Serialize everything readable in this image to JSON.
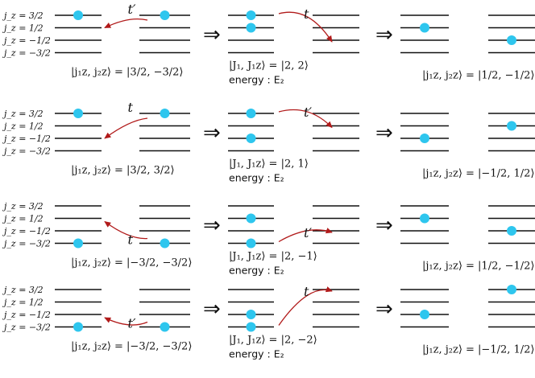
{
  "colors": {
    "electron": "#2ec6ee",
    "hopping_arrow": "#b11a1a",
    "level_line": "#111111"
  },
  "level_labels": [
    "j_z = 3/2",
    "j_z = 1/2",
    "j_z = −1/2",
    "j_z = −3/2"
  ],
  "implies_symbol": "⇒",
  "rows": [
    {
      "initial_state": "|j₁z, j₂z⟩ = |3/2, 3/2⟩",
      "initial_state_fixed": "|j₁z, j₂z⟩ = |3/2, −3/2⟩",
      "hop1": "t′",
      "intermediate_state": "|J₁, J₁z⟩ = |2, 2⟩",
      "energy_label": "energy : E₂",
      "hop2": "t",
      "final_state": "|j₁z, j₂z⟩ = |1/2, −1/2⟩"
    },
    {
      "initial_state": "|j₁z, j₂z⟩ = |3/2, 3/2⟩",
      "hop1": "t",
      "intermediate_state": "|J₁, J₁z⟩ = |2, 1⟩",
      "energy_label": "energy : E₂",
      "hop2": "t′",
      "final_state": "|j₁z, j₂z⟩ = |−1/2, 1/2⟩"
    },
    {
      "initial_state": "|j₁z, j₂z⟩ = |−3/2, −3/2⟩",
      "hop1": "t",
      "intermediate_state": "|J₁, J₁z⟩ = |2, −1⟩",
      "energy_label": "energy : E₂",
      "hop2": "t′",
      "final_state": "|j₁z, j₂z⟩ = |1/2, −1/2⟩"
    },
    {
      "initial_state": "|j₁z, j₂z⟩ = |−3/2, −3/2⟩",
      "hop1": "t′",
      "intermediate_state": "|J₁, J₁z⟩ = |2, −2⟩",
      "energy_label": "energy : E₂",
      "hop2": "t",
      "final_state": "|j₁z, j₂z⟩ = |−1/2, 1/2⟩"
    }
  ],
  "configurations": [
    {
      "initial_left": [
        0
      ],
      "initial_right": [
        0
      ],
      "intermediate_left": [
        0,
        1
      ],
      "intermediate_right": [],
      "final_left": [
        1
      ],
      "final_right": [
        2
      ]
    },
    {
      "initial_left": [
        0
      ],
      "initial_right": [
        0
      ],
      "intermediate_left": [
        0,
        2
      ],
      "intermediate_right": [],
      "final_left": [
        2
      ],
      "final_right": [
        1
      ]
    },
    {
      "initial_left": [
        3
      ],
      "initial_right": [
        3
      ],
      "intermediate_left": [
        1,
        3
      ],
      "intermediate_right": [],
      "final_left": [
        1
      ],
      "final_right": [
        2
      ]
    },
    {
      "initial_left": [
        3
      ],
      "initial_right": [
        3
      ],
      "intermediate_left": [
        2,
        3
      ],
      "intermediate_right": [],
      "final_left": [
        2
      ],
      "final_right": [
        0
      ]
    }
  ]
}
